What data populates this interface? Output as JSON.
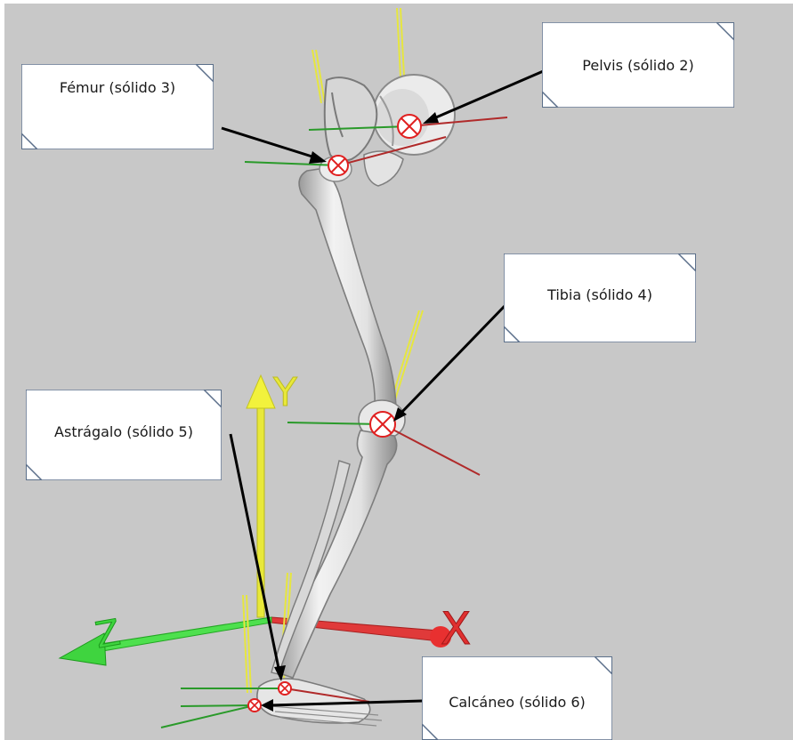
{
  "callouts": {
    "pelvis": "Pelvis (sólido 2)",
    "femur": "Fémur (sólido 3)",
    "tibia": "Tibia (sólido 4)",
    "astragalo": "Astrágalo (sólido 5)",
    "calcaneo": "Calcáneo (sólido 6)"
  },
  "axes": {
    "x_label": "X",
    "y_label": "Y",
    "z_label": "Z"
  },
  "colors": {
    "background": "#c8c8c8",
    "x_axis": "#e03a3a",
    "y_axis": "#ecec33",
    "z_axis": "#3fd43f",
    "joint_marker": "#e02020",
    "bone": "#e6e6e6",
    "leader_line": "#000000",
    "box_border": "#5b6f8a"
  },
  "icons": {
    "joint_marker": "circled-x-icon",
    "box_style": "chamfered-corner-box"
  }
}
